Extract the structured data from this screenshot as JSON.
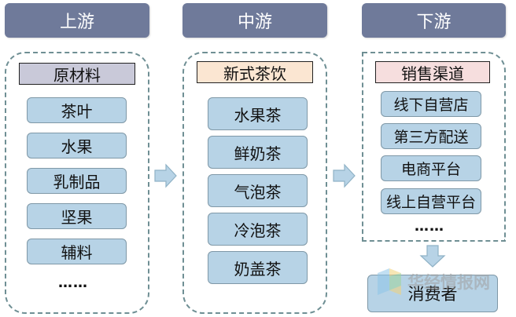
{
  "headers": {
    "upstream": "上游",
    "midstream": "中游",
    "downstream": "下游"
  },
  "upstream": {
    "category": "原材料",
    "category_color": "#c9c9d9",
    "items": [
      "茶叶",
      "水果",
      "乳制品",
      "坚果",
      "辅料"
    ],
    "more": "……"
  },
  "midstream": {
    "category": "新式茶饮",
    "category_color": "#fbe6d2",
    "items": [
      "水果茶",
      "鲜奶茶",
      "气泡茶",
      "冷泡茶",
      "奶盖茶"
    ]
  },
  "downstream": {
    "category": "销售渠道",
    "category_color": "#f6dede",
    "items": [
      "线下自营店",
      "第三方配送",
      "电商平台",
      "线上自营平台"
    ],
    "more": "……"
  },
  "consumer": "消费者",
  "watermark": {
    "text": "华经情报网"
  },
  "colors": {
    "header": "#6f7a9a",
    "item": "#b7d3e6",
    "border": "#6f8f94",
    "arrow": "#b7d3e6"
  }
}
